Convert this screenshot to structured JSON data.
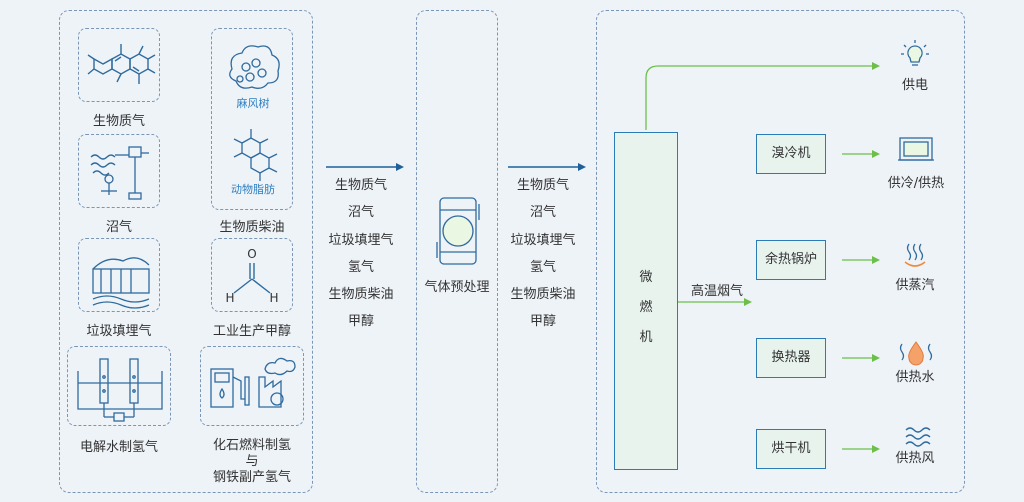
{
  "sources": {
    "biomass_gas": "生物质气",
    "mafengshu": "麻风树",
    "animal_fat": "动物脂肪",
    "biogas": "沼气",
    "biodiesel": "生物质柴油",
    "landfill_gas": "垃圾填埋气",
    "industrial_methanol": "工业生产甲醇",
    "methanol_h": "H",
    "methanol_o": "O",
    "electrolysis_h2": "电解水制氢气",
    "fossil_h2_line1": "化石燃料制氢",
    "fossil_h2_line2": "与",
    "fossil_h2_line3": "钢铁副产氢气"
  },
  "gas_list_in": [
    "生物质气",
    "沼气",
    "垃圾填埋气",
    "氢气",
    "生物质柴油",
    "甲醇"
  ],
  "gas_list_out": [
    "生物质气",
    "沼气",
    "垃圾填埋气",
    "氢气",
    "生物质柴油",
    "甲醇"
  ],
  "pretreatment_label": "气体预处理",
  "turbine": {
    "c1": "微",
    "c2": "燃",
    "c3": "机"
  },
  "flue_gas": "高温烟气",
  "devices": {
    "chiller": "溴冷机",
    "boiler": "余热锅炉",
    "exchanger": "换热器",
    "dryer": "烘干机"
  },
  "outputs": {
    "power": "供电",
    "cool_heat": "供冷/供热",
    "steam": "供蒸汽",
    "hot_water": "供热水",
    "hot_air": "供热风"
  },
  "colors": {
    "blue_arrow": "#1f5f9a",
    "green_arrow": "#6cc04a",
    "line": "#2f6b9e",
    "accent": "#2f7fc1"
  }
}
